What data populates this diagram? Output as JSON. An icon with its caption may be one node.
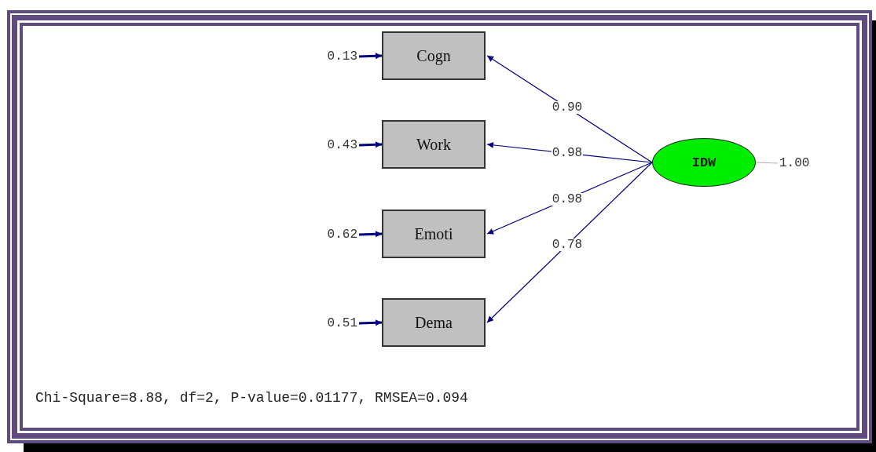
{
  "diagram": {
    "nodes": [
      {
        "text": [
          "Cogn"
        ]
      },
      {
        "text": [
          "Work"
        ]
      },
      {
        "text": [
          "Emoti"
        ]
      },
      {
        "text": [
          "Dema"
        ]
      },
      {
        "text": [
          "IDW"
        ]
      },
      {
        "text": [
          "0.13"
        ]
      },
      {
        "text": [
          "0.43"
        ]
      },
      {
        "text": [
          "0.62"
        ]
      },
      {
        "text": [
          "0.51"
        ]
      },
      {
        "text": [
          "1.00"
        ]
      }
    ],
    "edges": [
      {
        "from": 4,
        "to": 0,
        "arrow": "to",
        "label": "0.90"
      },
      {
        "from": 4,
        "to": 1,
        "arrow": "to",
        "label": "0.98"
      },
      {
        "from": 4,
        "to": 2,
        "arrow": "to",
        "label": "0.98"
      },
      {
        "from": 4,
        "to": 3,
        "arrow": "to",
        "label": "0.78"
      },
      {
        "from": 5,
        "to": 0,
        "arrow": "to",
        "style": "thick"
      },
      {
        "from": 6,
        "to": 1,
        "arrow": "to",
        "style": "thick"
      },
      {
        "from": 7,
        "to": 2,
        "arrow": "to",
        "style": "thick"
      },
      {
        "from": 8,
        "to": 3,
        "arrow": "to",
        "style": "thick"
      },
      {
        "from": 4,
        "to": 9,
        "arrow": "none",
        "color": "#b0b0b0"
      }
    ],
    "labels": [
      "Chi-Square=8.88, df=2, P-value=0.01177, RMSEA=0.094"
    ]
  }
}
